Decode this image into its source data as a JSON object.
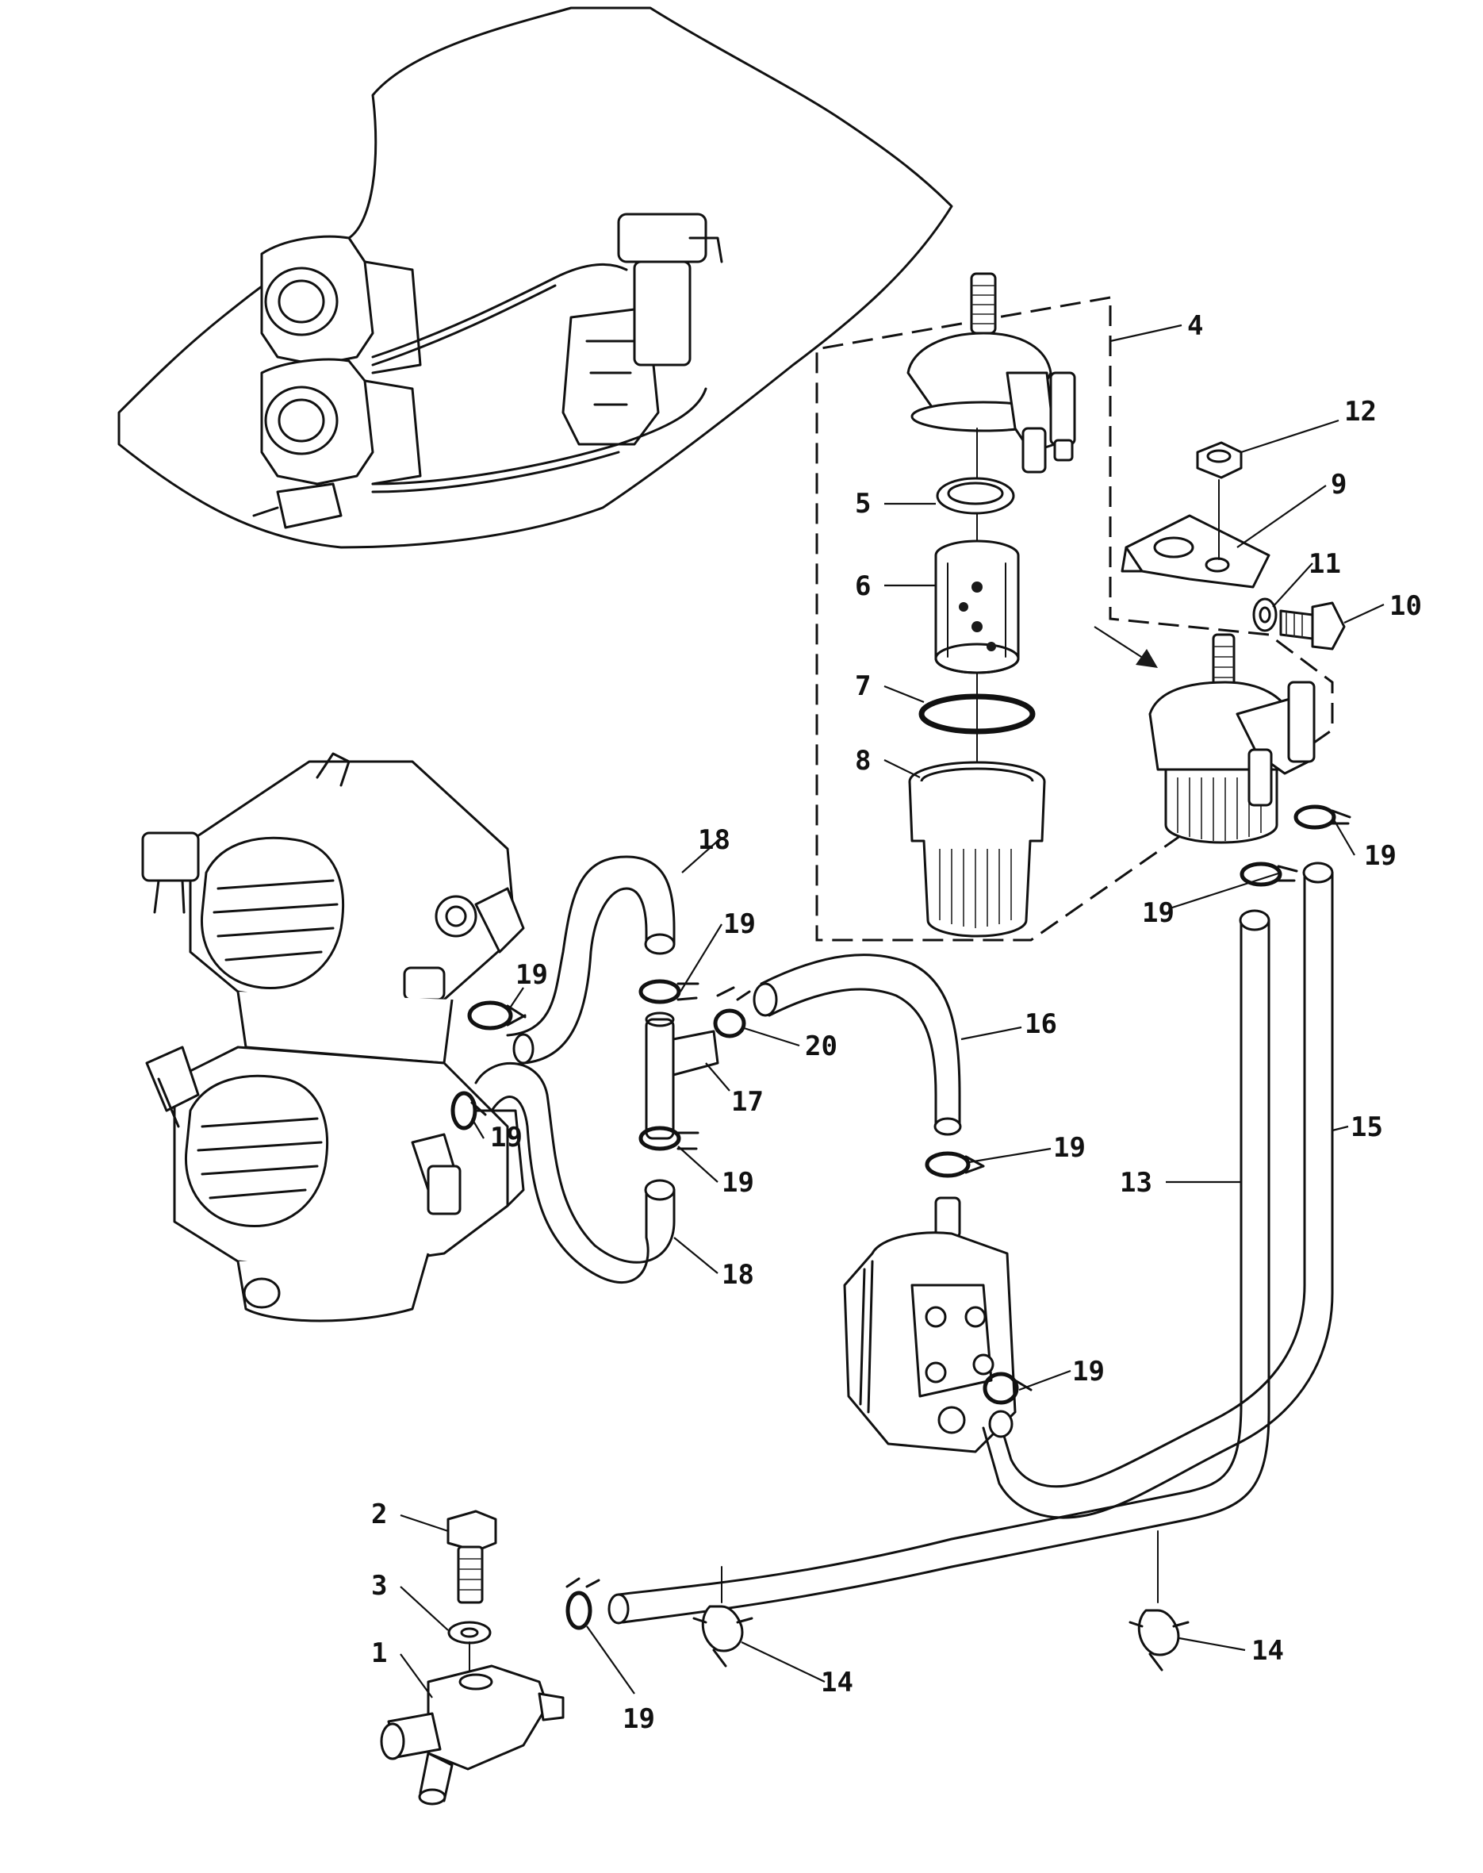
{
  "callouts": {
    "c1": "1",
    "c2": "2",
    "c3": "3",
    "c4": "4",
    "c5": "5",
    "c6": "6",
    "c7": "7",
    "c8": "8",
    "c9": "9",
    "c10": "10",
    "c11": "11",
    "c12": "12",
    "c13": "13",
    "c14a": "14",
    "c14b": "14",
    "c15": "15",
    "c16": "16",
    "c17": "17",
    "c18a": "18",
    "c18b": "18",
    "c19a": "19",
    "c19b": "19",
    "c19c": "19",
    "c19d": "19",
    "c19e": "19",
    "c19f": "19",
    "c19g": "19",
    "c19h": "19",
    "c19i": "19",
    "c20": "20"
  }
}
